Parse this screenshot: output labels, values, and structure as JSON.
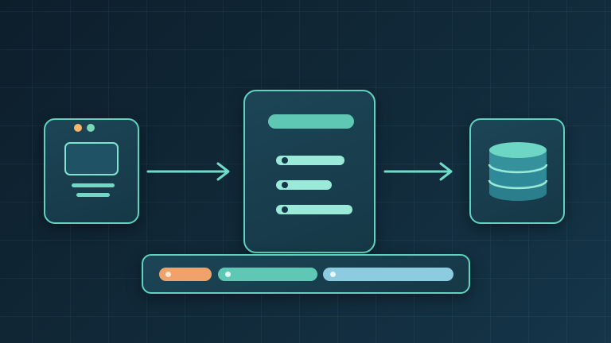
{
  "diagram": {
    "type": "data-flow",
    "nodes": [
      {
        "id": "client",
        "icon": "browser-window-icon"
      },
      {
        "id": "server",
        "icon": "document-list-icon"
      },
      {
        "id": "storage",
        "icon": "database-icon"
      }
    ],
    "edges": [
      {
        "from": "client",
        "to": "server"
      },
      {
        "from": "server",
        "to": "storage"
      }
    ],
    "status_bar": {
      "segments": 3
    }
  },
  "colors": {
    "background": "#0f2432",
    "stroke": "#5fd3bf",
    "card_fill": "#1b4152",
    "accent_teal": "#5fd3bf",
    "accent_mint": "#9ae9d9",
    "accent_orange": "#f0a26b",
    "accent_blue": "#8ccbe0",
    "dot_yellow": "#f6b66c",
    "dot_green": "#7ad8b6"
  }
}
